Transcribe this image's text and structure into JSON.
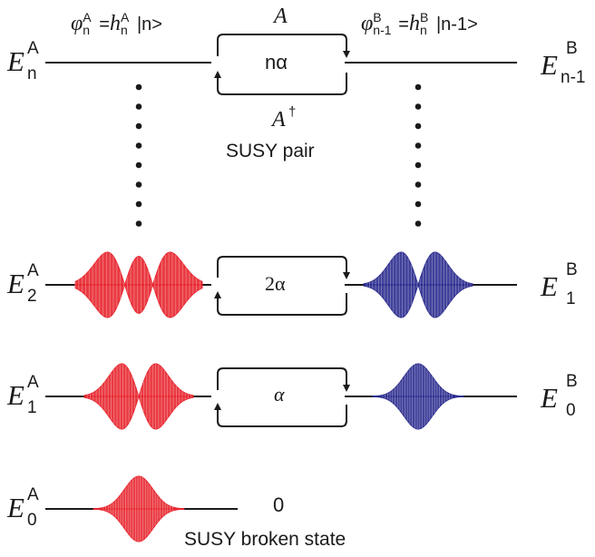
{
  "top": {
    "formula_left": {
      "phi": "φ",
      "n": "n",
      "A": "A",
      "eq": "=",
      "h": "h",
      "ket": "|n>"
    },
    "formula_right": {
      "phi": "φ",
      "n": "n-1",
      "B": "B",
      "eq": "=",
      "h": "h",
      "hn": "n",
      "ket": "|n-1>"
    },
    "operator_A": "A",
    "operator_Adag": "A",
    "dagger": "†",
    "center_energy": "nα",
    "susy_pair": "SUSY pair"
  },
  "levels": {
    "left": [
      {
        "E": "E",
        "sup": "A",
        "sub": "n"
      },
      {
        "E": "E",
        "sup": "A",
        "sub": "2"
      },
      {
        "E": "E",
        "sup": "A",
        "sub": "1"
      },
      {
        "E": "E",
        "sup": "A",
        "sub": "0"
      }
    ],
    "right": [
      {
        "E": "E",
        "sup": "B",
        "sub": "n-1"
      },
      {
        "E": "E",
        "sup": "B",
        "sub": "1"
      },
      {
        "E": "E",
        "sup": "B",
        "sub": "0"
      }
    ]
  },
  "centers": {
    "level2": "2α",
    "level1": "α",
    "level0": "0"
  },
  "bottom_caption": "SUSY broken state",
  "colors": {
    "left_wave": "#e8262f",
    "right_wave": "#2b2b8f",
    "line": "#1a1a1a"
  }
}
